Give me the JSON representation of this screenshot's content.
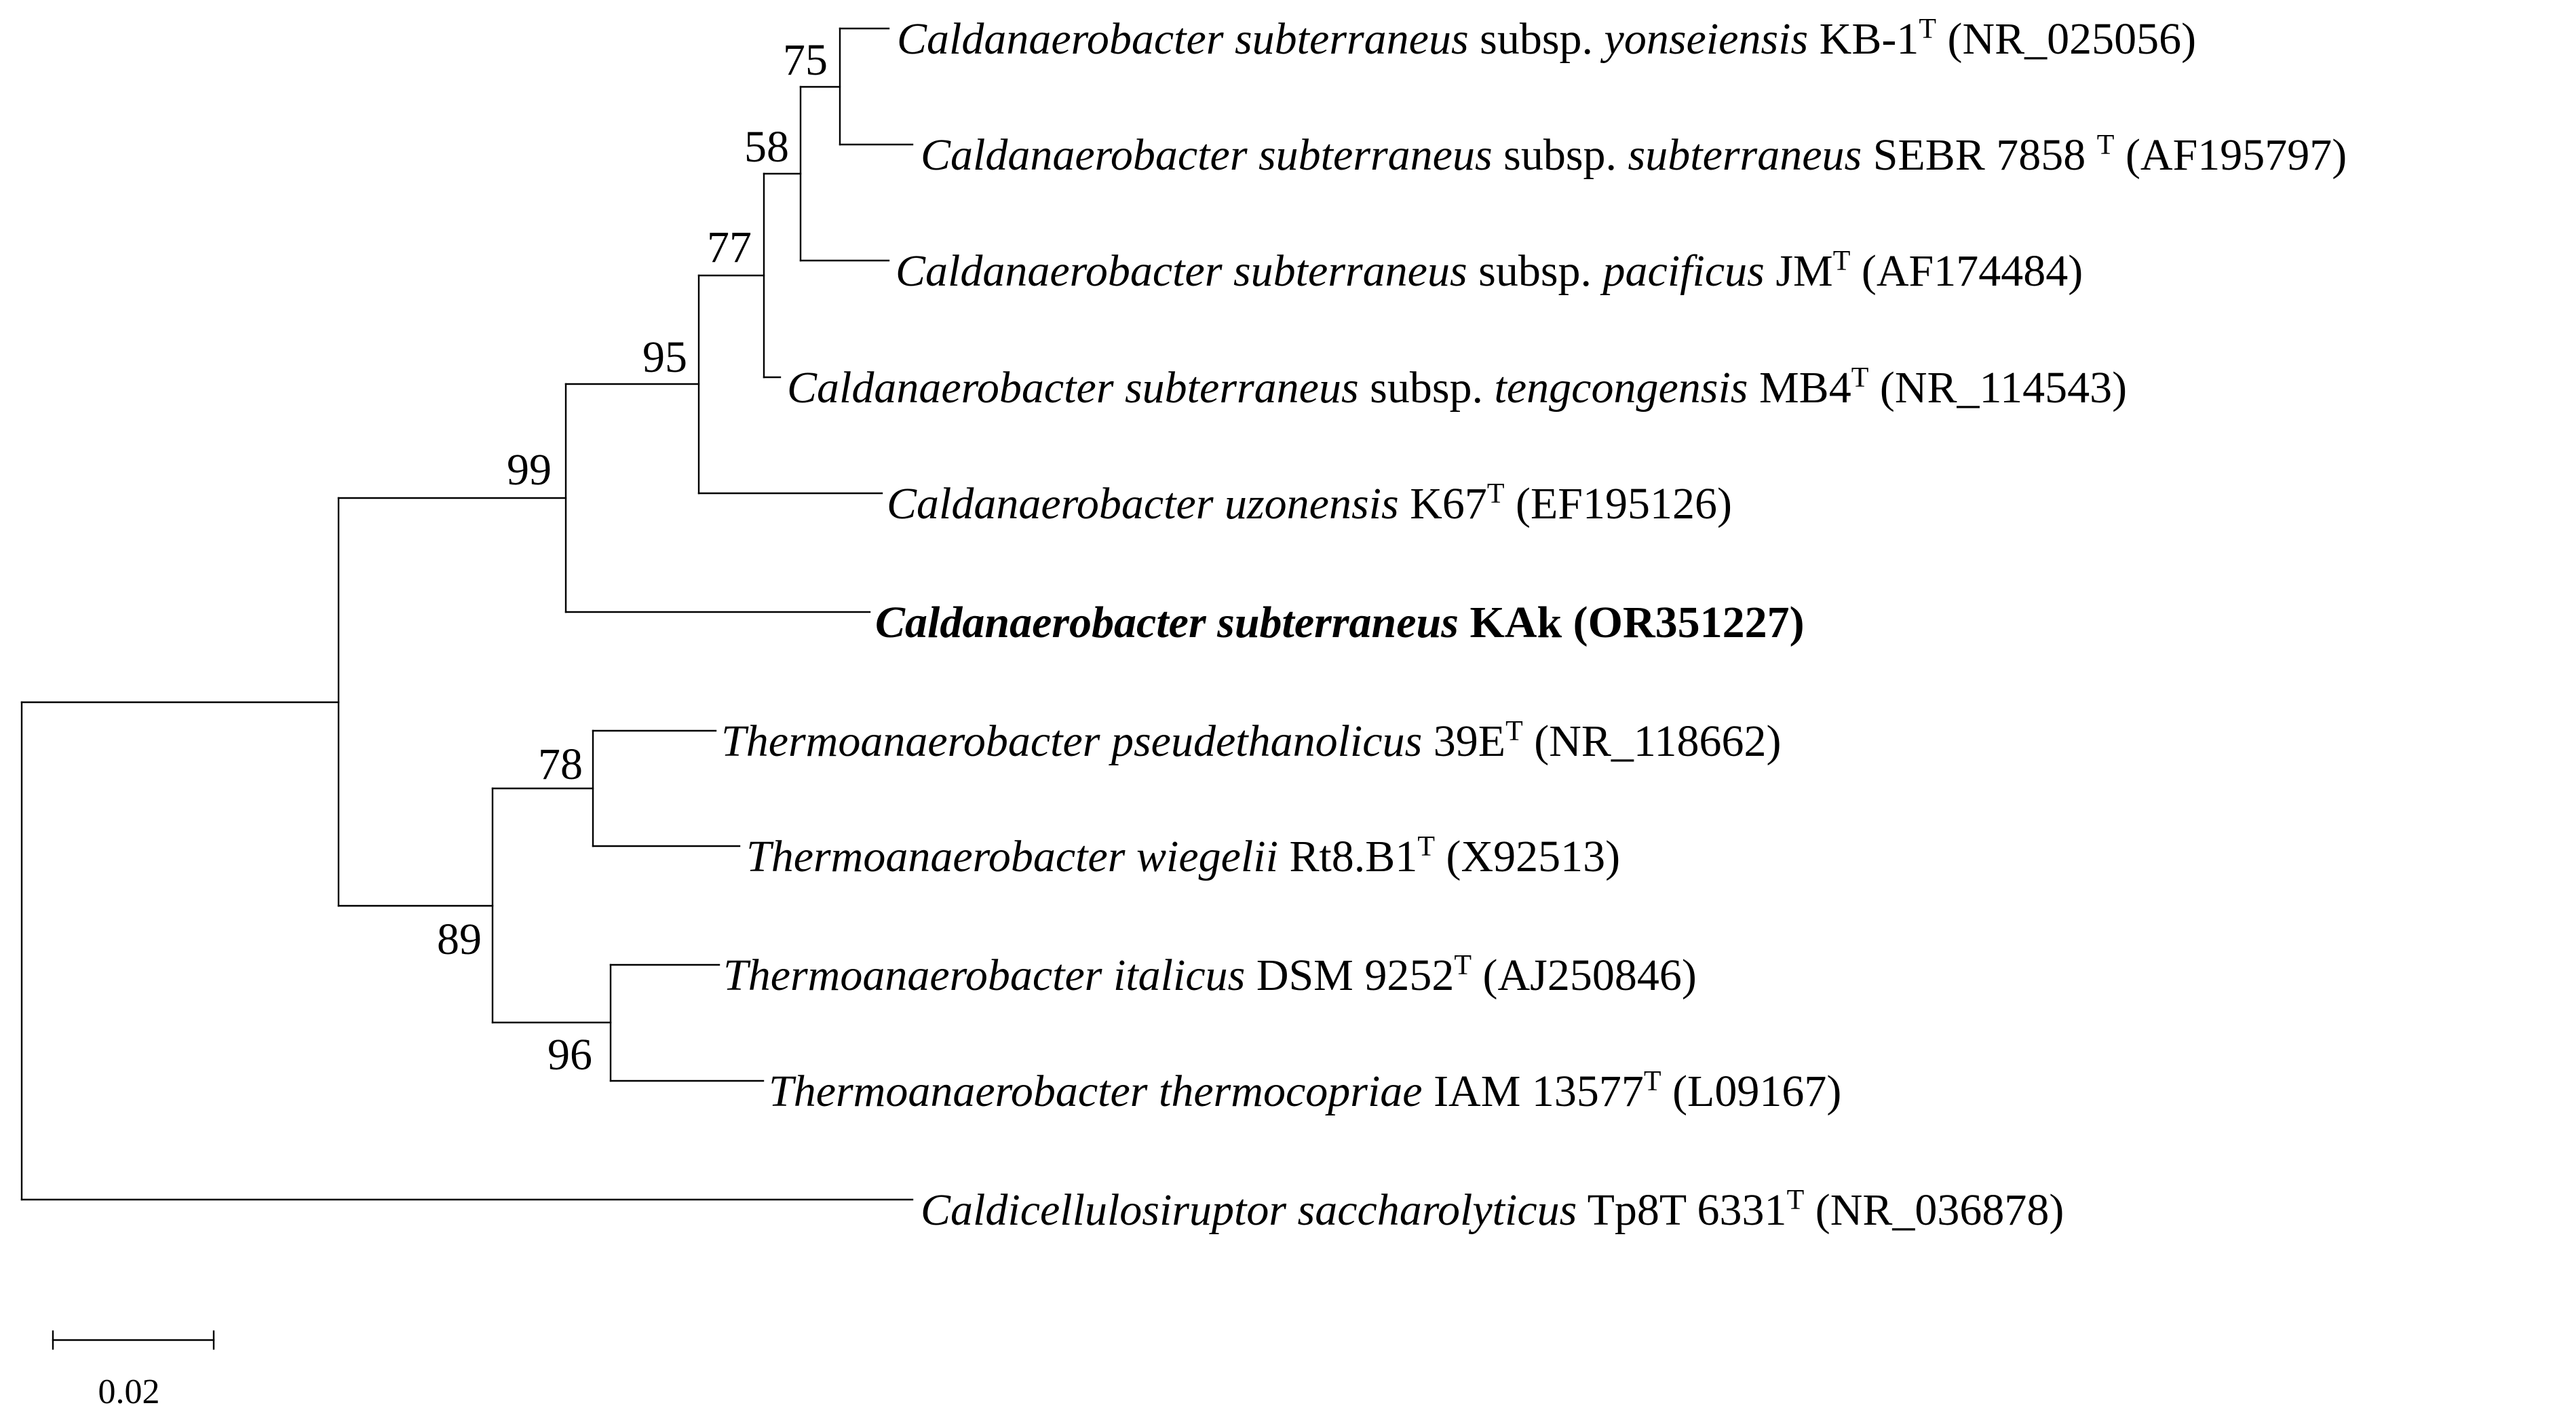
{
  "tree": {
    "leaves": [
      {
        "id": "yonseiensis",
        "parts": [
          {
            "t": "Caldanaerobacter subterraneus",
            "i": true
          },
          {
            "t": " subsp. ",
            "i": false
          },
          {
            "t": "yonseiensis",
            "i": true
          },
          {
            "t": " KB-1",
            "i": false
          },
          {
            "t": "T",
            "sup": true
          },
          {
            "t": " (NR_025056)",
            "i": false
          }
        ],
        "bold": false
      },
      {
        "id": "subterraneus",
        "parts": [
          {
            "t": "Caldanaerobacter subterraneus",
            "i": true
          },
          {
            "t": " subsp. ",
            "i": false
          },
          {
            "t": "subterraneus",
            "i": true
          },
          {
            "t": " SEBR 7858 ",
            "i": false
          },
          {
            "t": "T",
            "sup": true
          },
          {
            "t": " (AF195797)",
            "i": false
          }
        ],
        "bold": false
      },
      {
        "id": "pacificus",
        "parts": [
          {
            "t": "Caldanaerobacter subterraneus",
            "i": true
          },
          {
            "t": " subsp. ",
            "i": false
          },
          {
            "t": "pacificus",
            "i": true
          },
          {
            "t": " JM",
            "i": false
          },
          {
            "t": "T",
            "sup": true
          },
          {
            "t": " (AF174484)",
            "i": false
          }
        ],
        "bold": false
      },
      {
        "id": "tengcongensis",
        "parts": [
          {
            "t": "Caldanaerobacter subterraneus",
            "i": true
          },
          {
            "t": " subsp. ",
            "i": false
          },
          {
            "t": "tengcongensis",
            "i": true
          },
          {
            "t": " MB4",
            "i": false
          },
          {
            "t": "T",
            "sup": true
          },
          {
            "t": " (NR_114543)",
            "i": false
          }
        ],
        "bold": false
      },
      {
        "id": "uzonensis",
        "parts": [
          {
            "t": "Caldanaerobacter uzonensis",
            "i": true
          },
          {
            "t": " K67",
            "i": false
          },
          {
            "t": "T",
            "sup": true
          },
          {
            "t": " (EF195126)",
            "i": false
          }
        ],
        "bold": false
      },
      {
        "id": "kak",
        "parts": [
          {
            "t": "Caldanaerobacter subterraneus",
            "i": true
          },
          {
            "t": " KAk (OR351227)",
            "i": false
          }
        ],
        "bold": true
      },
      {
        "id": "pseudethanolicus",
        "parts": [
          {
            "t": "Thermoanaerobacter pseudethanolicus",
            "i": true
          },
          {
            "t": " 39E",
            "i": false
          },
          {
            "t": "T",
            "sup": true
          },
          {
            "t": " (NR_118662)",
            "i": false
          }
        ],
        "bold": false
      },
      {
        "id": "wiegelii",
        "parts": [
          {
            "t": "Thermoanaerobacter wiegelii",
            "i": true
          },
          {
            "t": " Rt8.B1",
            "i": false
          },
          {
            "t": "T",
            "sup": true
          },
          {
            "t": " (X92513)",
            "i": false
          }
        ],
        "bold": false
      },
      {
        "id": "italicus",
        "parts": [
          {
            "t": "Thermoanaerobacter italicus",
            "i": true
          },
          {
            "t": " DSM 9252",
            "i": false
          },
          {
            "t": "T",
            "sup": true
          },
          {
            "t": " (AJ250846)",
            "i": false
          }
        ],
        "bold": false
      },
      {
        "id": "thermocopriae",
        "parts": [
          {
            "t": "Thermoanaerobacter thermocopriae",
            "i": true
          },
          {
            "t": " IAM 13577",
            "i": false
          },
          {
            "t": "T",
            "sup": true
          },
          {
            "t": " (L09167)",
            "i": false
          }
        ],
        "bold": false
      },
      {
        "id": "saccharolyticus",
        "parts": [
          {
            "t": "Caldicellulosiruptor saccharolyticus",
            "i": true
          },
          {
            "t": " Tp8T 6331",
            "i": false
          },
          {
            "t": "T",
            "sup": true
          },
          {
            "t": " (NR_036878)",
            "i": false
          }
        ],
        "bold": false
      }
    ],
    "bootstrap_values": [
      "75",
      "58",
      "77",
      "95",
      "99",
      "78",
      "89",
      "96"
    ],
    "scale_bar_label": "0.02"
  }
}
